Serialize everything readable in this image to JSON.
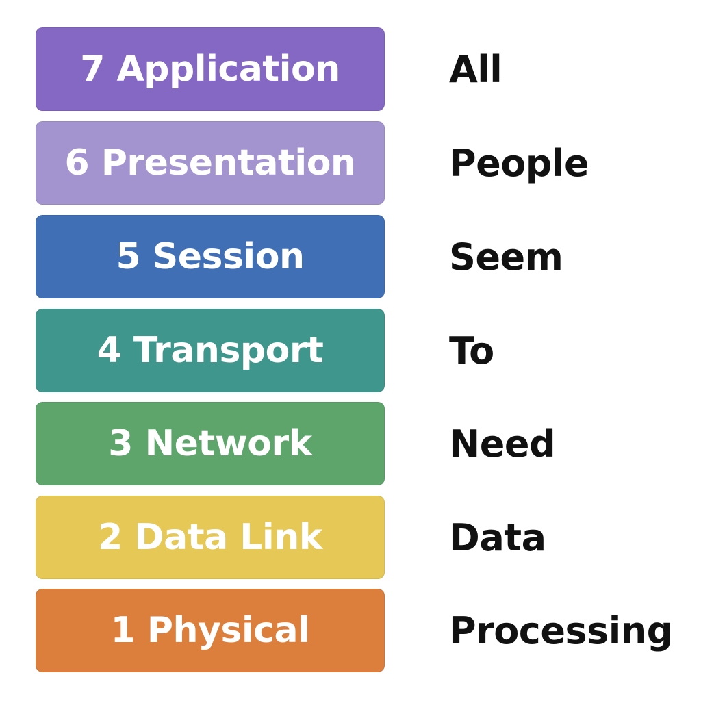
{
  "layers": [
    {
      "label": "7 Application",
      "color": "#8468c4",
      "word": "All"
    },
    {
      "label": "6 Presentation",
      "color": "#a394d0",
      "word": "People"
    },
    {
      "label": "5 Session",
      "color": "#416fb6",
      "word": "Seem"
    },
    {
      "label": "4 Transport",
      "color": "#3f968c",
      "word": "To"
    },
    {
      "label": "3 Network",
      "color": "#5ea56c",
      "word": "Need"
    },
    {
      "label": "2 Data Link",
      "color": "#e6c857",
      "word": "Data"
    },
    {
      "label": "1 Physical",
      "color": "#dc7e3c",
      "word": "Processing"
    }
  ]
}
